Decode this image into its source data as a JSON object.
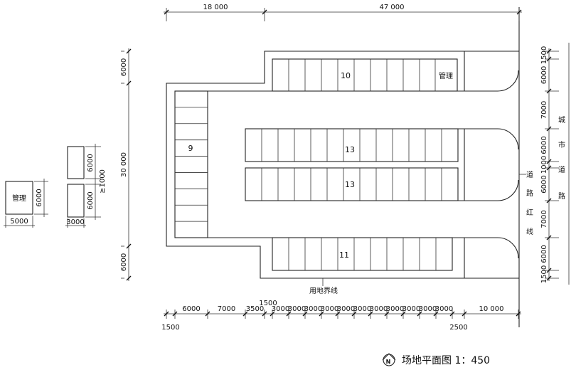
{
  "title": "场地平面图 1：450",
  "north_symbol": "N",
  "labels": {
    "row_left": "9",
    "row_top": "10",
    "row_mid_upper": "13",
    "row_mid_lower": "13",
    "row_bottom": "11",
    "management_top": "管理",
    "site_boundary": "用地界线",
    "road_red_line": [
      "道",
      "路",
      "红",
      "线"
    ],
    "city_road": [
      "城",
      "市",
      "道",
      "路"
    ]
  },
  "legend": {
    "management_label": "管理",
    "management_width": "5000",
    "management_depth": "6000",
    "stall_width": "3000",
    "stall_depth_1": "6000",
    "stall_gap": "≥1000",
    "stall_depth_2": "6000"
  },
  "dims": {
    "top": [
      "18 000",
      "47 000"
    ],
    "left": [
      "6000",
      "30 000",
      "6000"
    ],
    "right": [
      "1500",
      "6000",
      "7000",
      "6000",
      "1000",
      "6000",
      "7000",
      "6000",
      "1500"
    ],
    "bottom": [
      "1500",
      "6000",
      "7000",
      "3500",
      "1500",
      "3000",
      "3000",
      "3000",
      "3000",
      "3000",
      "3000",
      "3000",
      "3000",
      "3000",
      "3000",
      "3000",
      "2500",
      "10 000"
    ]
  }
}
